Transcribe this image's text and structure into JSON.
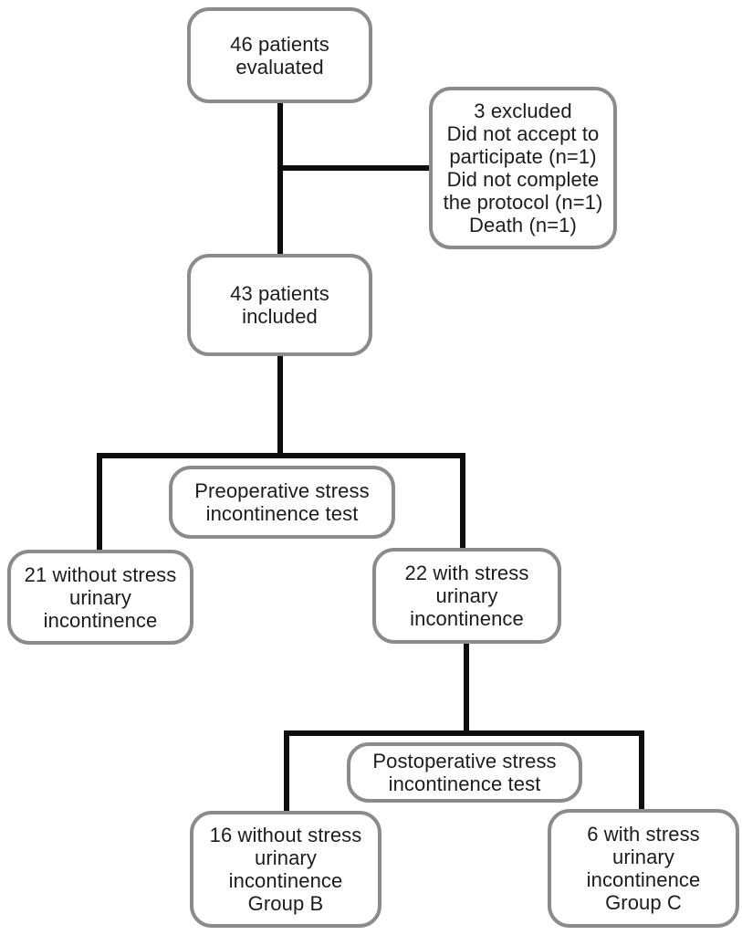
{
  "diagram": {
    "type": "flowchart",
    "description": "Patient enrollment and stress urinary incontinence outcome flow",
    "colors": {
      "background": "#ffffff",
      "box_border": "#8b8b8b",
      "box_fill": "#ffffff",
      "connector": "#0d0d0d",
      "text": "#1c1c1c"
    },
    "nodes": [
      {
        "id": "evaluated",
        "text": "46 patients\nevaluated"
      },
      {
        "id": "excluded",
        "text": "3 excluded\nDid not accept to\nparticipate (n=1)\nDid not complete\nthe protocol (n=1)\nDeath (n=1)"
      },
      {
        "id": "included",
        "text": "43 patients\nincluded"
      },
      {
        "id": "preop_test",
        "text": "Preoperative stress\nincontinence test"
      },
      {
        "id": "preop_without",
        "text": "21 without stress\nurinary\nincontinence"
      },
      {
        "id": "preop_with",
        "text": "22 with stress\nurinary\nincontinence"
      },
      {
        "id": "postop_test",
        "text": "Postoperative stress\nincontinence test"
      },
      {
        "id": "group_b",
        "text": "16 without stress\nurinary\nincontinence\nGroup B"
      },
      {
        "id": "group_c",
        "text": "6 with stress\nurinary\nincontinence\nGroup C"
      }
    ],
    "edges": [
      {
        "from": "evaluated",
        "to": "excluded"
      },
      {
        "from": "evaluated",
        "to": "included"
      },
      {
        "from": "included",
        "to": "preop_without",
        "via": "preop_test"
      },
      {
        "from": "included",
        "to": "preop_with",
        "via": "preop_test"
      },
      {
        "from": "preop_with",
        "to": "group_b",
        "via": "postop_test"
      },
      {
        "from": "preop_with",
        "to": "group_c",
        "via": "postop_test"
      }
    ]
  }
}
